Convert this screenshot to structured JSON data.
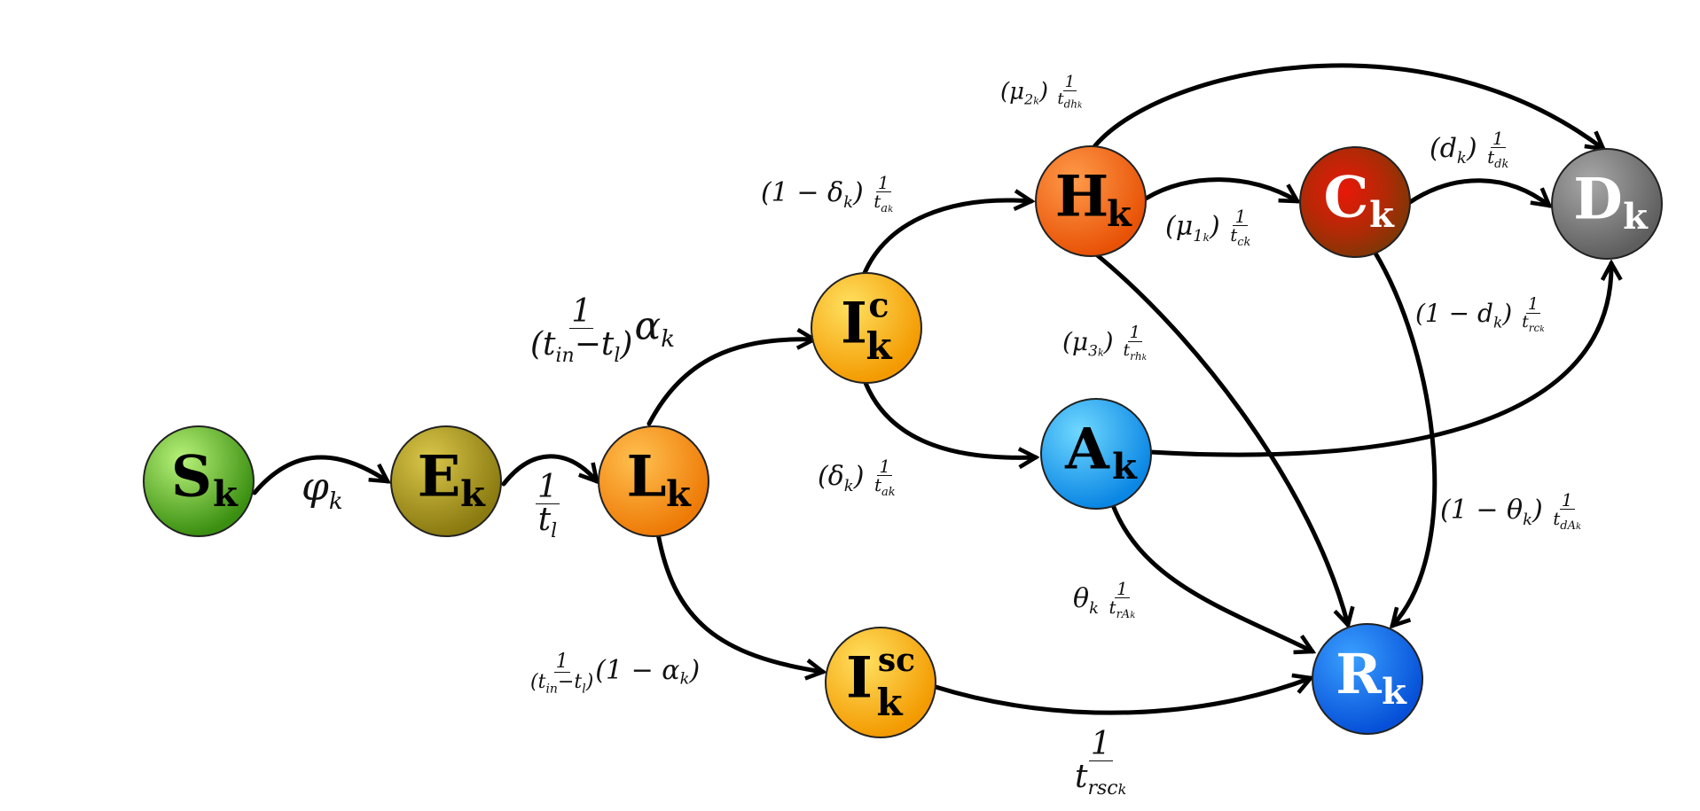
{
  "nodes": [
    {
      "id": "S",
      "main": "S",
      "sup": "",
      "sub": "k",
      "color": "#4aa51c",
      "light": "#b8f27a",
      "text": "#000000"
    },
    {
      "id": "E",
      "main": "E",
      "sup": "",
      "sub": "k",
      "color": "#9a8a14",
      "light": "#e0d15a",
      "text": "#000000"
    },
    {
      "id": "L",
      "main": "L",
      "sup": "",
      "sub": "k",
      "color": "#f08a0a",
      "light": "#ffd070",
      "text": "#000000"
    },
    {
      "id": "Ic",
      "main": "I",
      "sup": "c",
      "sub": "k",
      "color": "#f5a000",
      "light": "#ffe06a",
      "text": "#000000"
    },
    {
      "id": "Isc",
      "main": "I",
      "sup": "sc",
      "sub": "k",
      "color": "#f5a000",
      "light": "#ffe06a",
      "text": "#000000"
    },
    {
      "id": "H",
      "main": "H",
      "sup": "",
      "sub": "k",
      "color": "#ee5a08",
      "light": "#ffa45a",
      "text": "#000000"
    },
    {
      "id": "A",
      "main": "A",
      "sup": "",
      "sub": "k",
      "color": "#0a8fe8",
      "light": "#6fd3ff",
      "text": "#000000"
    },
    {
      "id": "C",
      "main": "C",
      "sup": "",
      "sub": "k",
      "color": "#8a3a06",
      "light": "#e02010",
      "text": "#ffffff"
    },
    {
      "id": "D",
      "main": "D",
      "sup": "",
      "sub": "k",
      "color": "#6e6e6e",
      "light": "#b0b0b0",
      "text": "#ffffff"
    },
    {
      "id": "R",
      "main": "R",
      "sup": "",
      "sub": "k",
      "color": "#0a5ee8",
      "light": "#4aa0ff",
      "text": "#ffffff"
    }
  ],
  "edges": [
    {
      "from": "S",
      "to": "E",
      "label": "φ_k"
    },
    {
      "from": "E",
      "to": "L",
      "label": "1/t_l"
    },
    {
      "from": "L",
      "to": "Ic",
      "label": "1/(t_in−t_l) α_k"
    },
    {
      "from": "L",
      "to": "Isc",
      "label": "1/(t_in−t_l) (1 − α_k)"
    },
    {
      "from": "Ic",
      "to": "H",
      "label": "(1 − δ_k) 1/t_ak"
    },
    {
      "from": "Ic",
      "to": "A",
      "label": "(δ_k) 1/t_ak"
    },
    {
      "from": "H",
      "to": "C",
      "label": "(μ1_k) 1/t_ck"
    },
    {
      "from": "H",
      "to": "D",
      "label": "(μ2_k) 1/t_dh_k"
    },
    {
      "from": "H",
      "to": "R",
      "label": "(μ3_k) 1/t_rh_k"
    },
    {
      "from": "C",
      "to": "D",
      "label": "(d_k) 1/t_dk"
    },
    {
      "from": "C",
      "to": "R",
      "label": "(1 − d_k) 1/t_rc_k"
    },
    {
      "from": "A",
      "to": "D",
      "label": "(1 − θ_k) 1/t_dA_k"
    },
    {
      "from": "A",
      "to": "R",
      "label": "θ_k 1/t_rA_k"
    },
    {
      "from": "Isc",
      "to": "R",
      "label": "1/t_rsc_k"
    }
  ],
  "labels": {
    "phi": {
      "sym": "φ",
      "sub": "k"
    },
    "tl": {
      "num": "1",
      "den": "t",
      "den_sub": "l"
    },
    "l_ic": {
      "num": "1",
      "den": "(t",
      "den_sub": "in",
      "den_tail": "−t",
      "den_sub2": "l",
      "den_close": ")",
      "tail": "α",
      "tail_sub": "k"
    },
    "l_isc": {
      "num": "1",
      "den": "(t",
      "den_sub": "in",
      "den_tail": "−t",
      "den_sub2": "l",
      "den_close": ")",
      "tail": "(1 − α",
      "tail_sub": "k",
      "tail_close": ")"
    },
    "ic_h": {
      "pre": "(1 − δ",
      "pre_sub": "k",
      "pre_close": ")",
      "num": "1",
      "den": "t",
      "den_sub": "a",
      "den_subsub": "k"
    },
    "ic_a": {
      "pre": "(δ",
      "pre_sub": "k",
      "pre_close": ")",
      "num": "1",
      "den": "t",
      "den_sub": "ak"
    },
    "h_d": {
      "pre": "(μ",
      "pre_sub": "2",
      "pre_subsub": "k",
      "pre_close": ")",
      "num": "1",
      "den": "t",
      "den_sub": "dh",
      "den_subsub": "k"
    },
    "h_c": {
      "pre": "(μ",
      "pre_sub": "1",
      "pre_subsub": "k",
      "pre_close": ")",
      "num": "1",
      "den": "t",
      "den_sub": "ck"
    },
    "h_r": {
      "pre": "(μ",
      "pre_sub": "3",
      "pre_subsub": "k",
      "pre_close": ")",
      "num": "1",
      "den": "t",
      "den_sub": "rh",
      "den_subsub": "k"
    },
    "c_d": {
      "pre": "(d",
      "pre_sub": "k",
      "pre_close": ")",
      "num": "1",
      "den": "t",
      "den_sub": "dk"
    },
    "c_r": {
      "pre": "(1 − d",
      "pre_sub": "k",
      "pre_close": ")",
      "num": "1",
      "den": "t",
      "den_sub": "rc",
      "den_subsub": "k"
    },
    "a_d": {
      "pre": "(1 − θ",
      "pre_sub": "k",
      "pre_close": ")",
      "num": "1",
      "den": "t",
      "den_sub": "dA",
      "den_subsub": "k"
    },
    "a_r": {
      "pre": "θ",
      "pre_sub": "k",
      "num": "1",
      "den": "t",
      "den_sub": "rA",
      "den_subsub": "k"
    },
    "isc_r": {
      "num": "1",
      "den": "t",
      "den_sub": "rsc",
      "den_subsub": "k"
    }
  }
}
